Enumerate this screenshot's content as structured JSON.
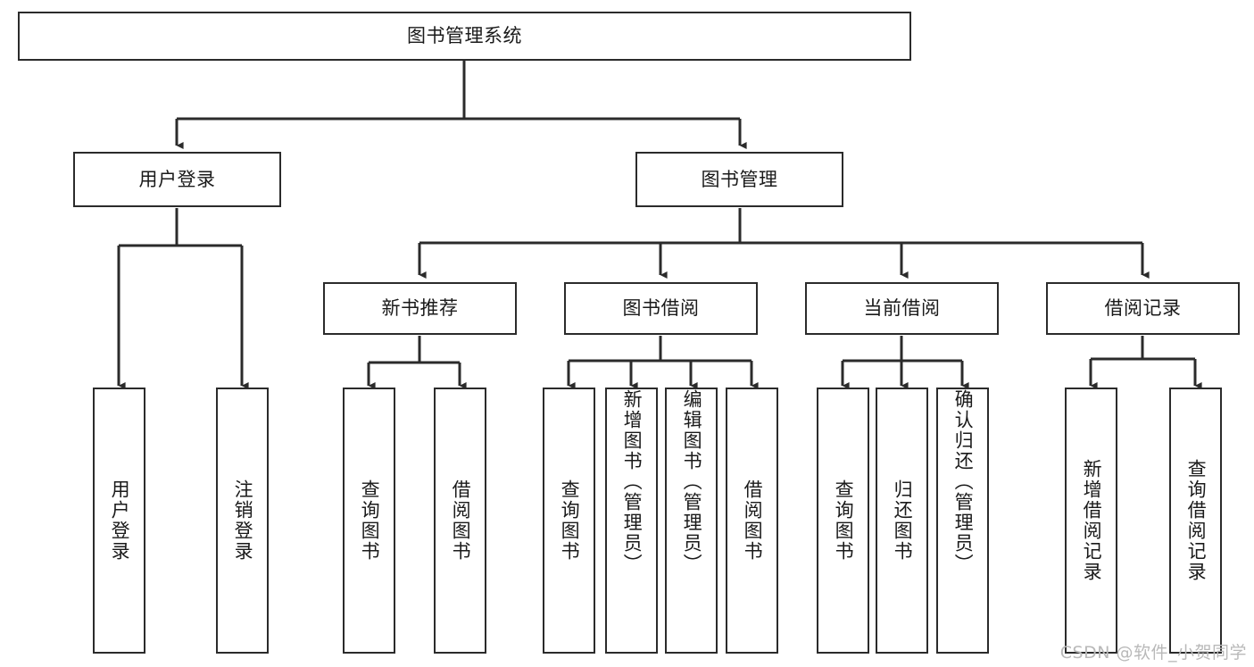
{
  "diagram": {
    "title": "图书管理系统",
    "type": "tree",
    "watermark": "CSDN @软件_小贺同学",
    "colors": {
      "box_border": "#2b2b2b",
      "box_fill": "#ffffff",
      "connector": "#2b2b2b",
      "text": "#1a1a1a",
      "watermark": "#b9b9b9"
    },
    "root": {
      "label": "图书管理系统"
    },
    "level2": [
      {
        "label": "用户登录"
      },
      {
        "label": "图书管理"
      }
    ],
    "level3": [
      {
        "label": "新书推荐"
      },
      {
        "label": "图书借阅"
      },
      {
        "label": "当前借阅"
      },
      {
        "label": "借阅记录"
      }
    ],
    "leaves": {
      "user_login": [
        {
          "label": "用户登录"
        },
        {
          "label": "注销登录"
        }
      ],
      "new_book_recommend": [
        {
          "label": "查询图书"
        },
        {
          "label": "借阅图书"
        }
      ],
      "book_borrow": [
        {
          "label": "查询图书"
        },
        {
          "label": "新增图书（管理员）"
        },
        {
          "label": "编辑图书（管理员）"
        },
        {
          "label": "借阅图书"
        }
      ],
      "current_borrow": [
        {
          "label": "查询图书"
        },
        {
          "label": "归还图书"
        },
        {
          "label": "确认归还（管理员）"
        }
      ],
      "borrow_record": [
        {
          "label": "新增借阅记录"
        },
        {
          "label": "查询借阅记录"
        }
      ]
    }
  }
}
